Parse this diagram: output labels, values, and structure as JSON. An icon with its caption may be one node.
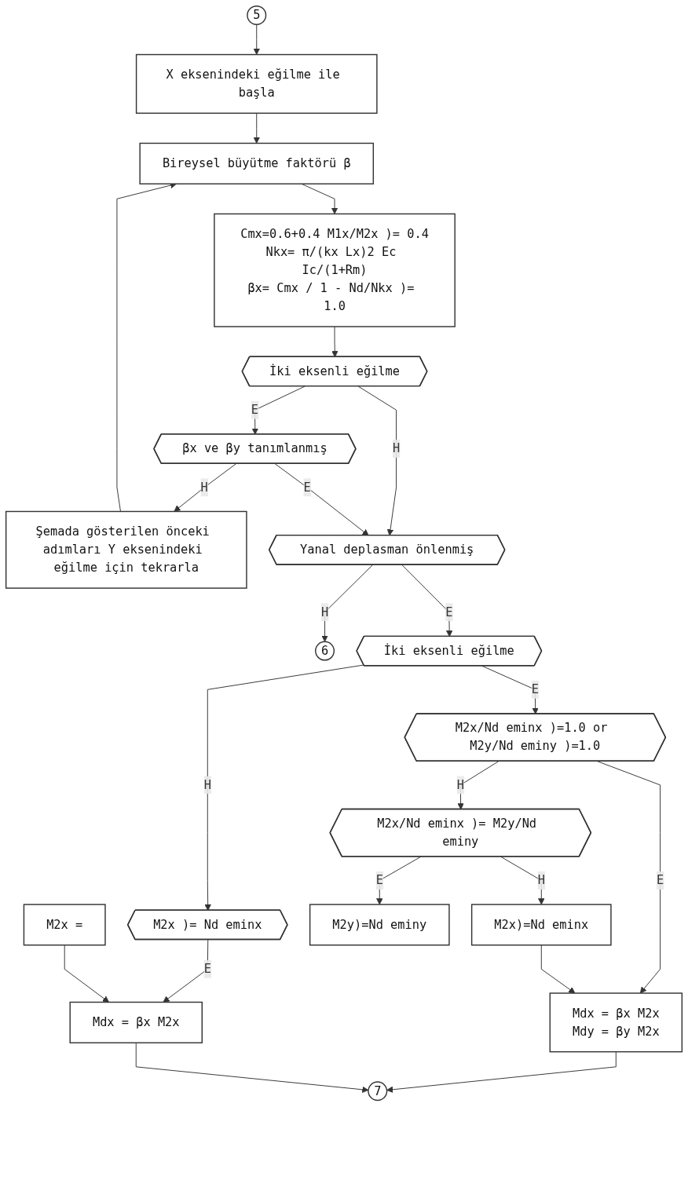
{
  "diagram": {
    "nodes": [
      {
        "text": [
          "5"
        ]
      },
      {
        "text": [
          "X eksenindeki eğilme ile başla"
        ]
      },
      {
        "text": [
          "Bireysel büyütme faktörü β"
        ]
      },
      {
        "text": [
          "Cmx=0.6+0.4 M1x/M2x )= 0.4",
          "Nkx= π/(kx Lx)2 Ec Ic/(1+Rm)",
          "βx= Cmx / 1 - Nd/Nkx )= 1.0"
        ]
      },
      {
        "text": [
          "İki eksenli eğilme"
        ]
      },
      {
        "text": [
          "βx ve βy tanımlanmış"
        ]
      },
      {
        "text": [
          "Şemada gösterilen önceki adımları Y eksenindeki eğilme için tekrarla"
        ]
      },
      {
        "text": [
          "Yanal deplasman önlenmiş"
        ]
      },
      {
        "text": [
          "6"
        ]
      },
      {
        "text": [
          "İki eksenli eğilme"
        ]
      },
      {
        "text": [
          "M2x/Nd eminx )=1.0 or M2y/Nd eminy )=1.0"
        ]
      },
      {
        "text": [
          "M2x )= Nd eminx"
        ]
      },
      {
        "text": [
          "M2x/Nd eminx )= M2y/Nd eminy"
        ]
      },
      {
        "text": [
          "M2x)=Nd eminx"
        ]
      },
      {
        "text": [
          "M2y)=Nd eminy"
        ]
      },
      {
        "text": [
          "M2x ="
        ]
      },
      {
        "text": [
          "Mdx = βx M2x",
          "Mdy = βy M2x"
        ]
      },
      {
        "text": [
          "Mdx = βx M2x"
        ]
      },
      {
        "text": [
          "7"
        ]
      }
    ],
    "edges": [
      {
        "from": 0,
        "to": 1,
        "arrow": "to"
      },
      {
        "from": 1,
        "to": 2,
        "arrow": "to"
      },
      {
        "from": 2,
        "to": 3,
        "arrow": "to"
      },
      {
        "from": 3,
        "to": 4,
        "arrow": "to"
      },
      {
        "from": 4,
        "to": 5,
        "arrow": "to",
        "label": "E"
      },
      {
        "from": 4,
        "to": 7,
        "arrow": "to",
        "label": "H"
      },
      {
        "from": 5,
        "to": 6,
        "arrow": "to",
        "label": "H"
      },
      {
        "from": 5,
        "to": 7,
        "arrow": "to",
        "label": "E"
      },
      {
        "from": 6,
        "to": 2,
        "arrow": "to"
      },
      {
        "from": 7,
        "to": 8,
        "arrow": "to",
        "label": "H"
      },
      {
        "from": 7,
        "to": 9,
        "arrow": "to",
        "label": "E"
      },
      {
        "from": 9,
        "to": 10,
        "arrow": "to",
        "label": "E"
      },
      {
        "from": 9,
        "to": 11,
        "arrow": "to",
        "label": "H"
      },
      {
        "from": 10,
        "to": 12,
        "arrow": "to",
        "label": "H"
      },
      {
        "from": 10,
        "to": 16,
        "arrow": "to",
        "label": "E"
      },
      {
        "from": 12,
        "to": 13,
        "arrow": "to",
        "label": "H"
      },
      {
        "from": 12,
        "to": 14,
        "arrow": "to",
        "label": "E"
      },
      {
        "from": 13,
        "to": 16,
        "arrow": "to"
      },
      {
        "from": 11,
        "to": 17,
        "arrow": "to",
        "label": "E"
      },
      {
        "from": 15,
        "to": 17,
        "arrow": "to"
      },
      {
        "from": 16,
        "to": 18,
        "arrow": "to"
      },
      {
        "from": 17,
        "to": 18,
        "arrow": "to"
      }
    ]
  }
}
